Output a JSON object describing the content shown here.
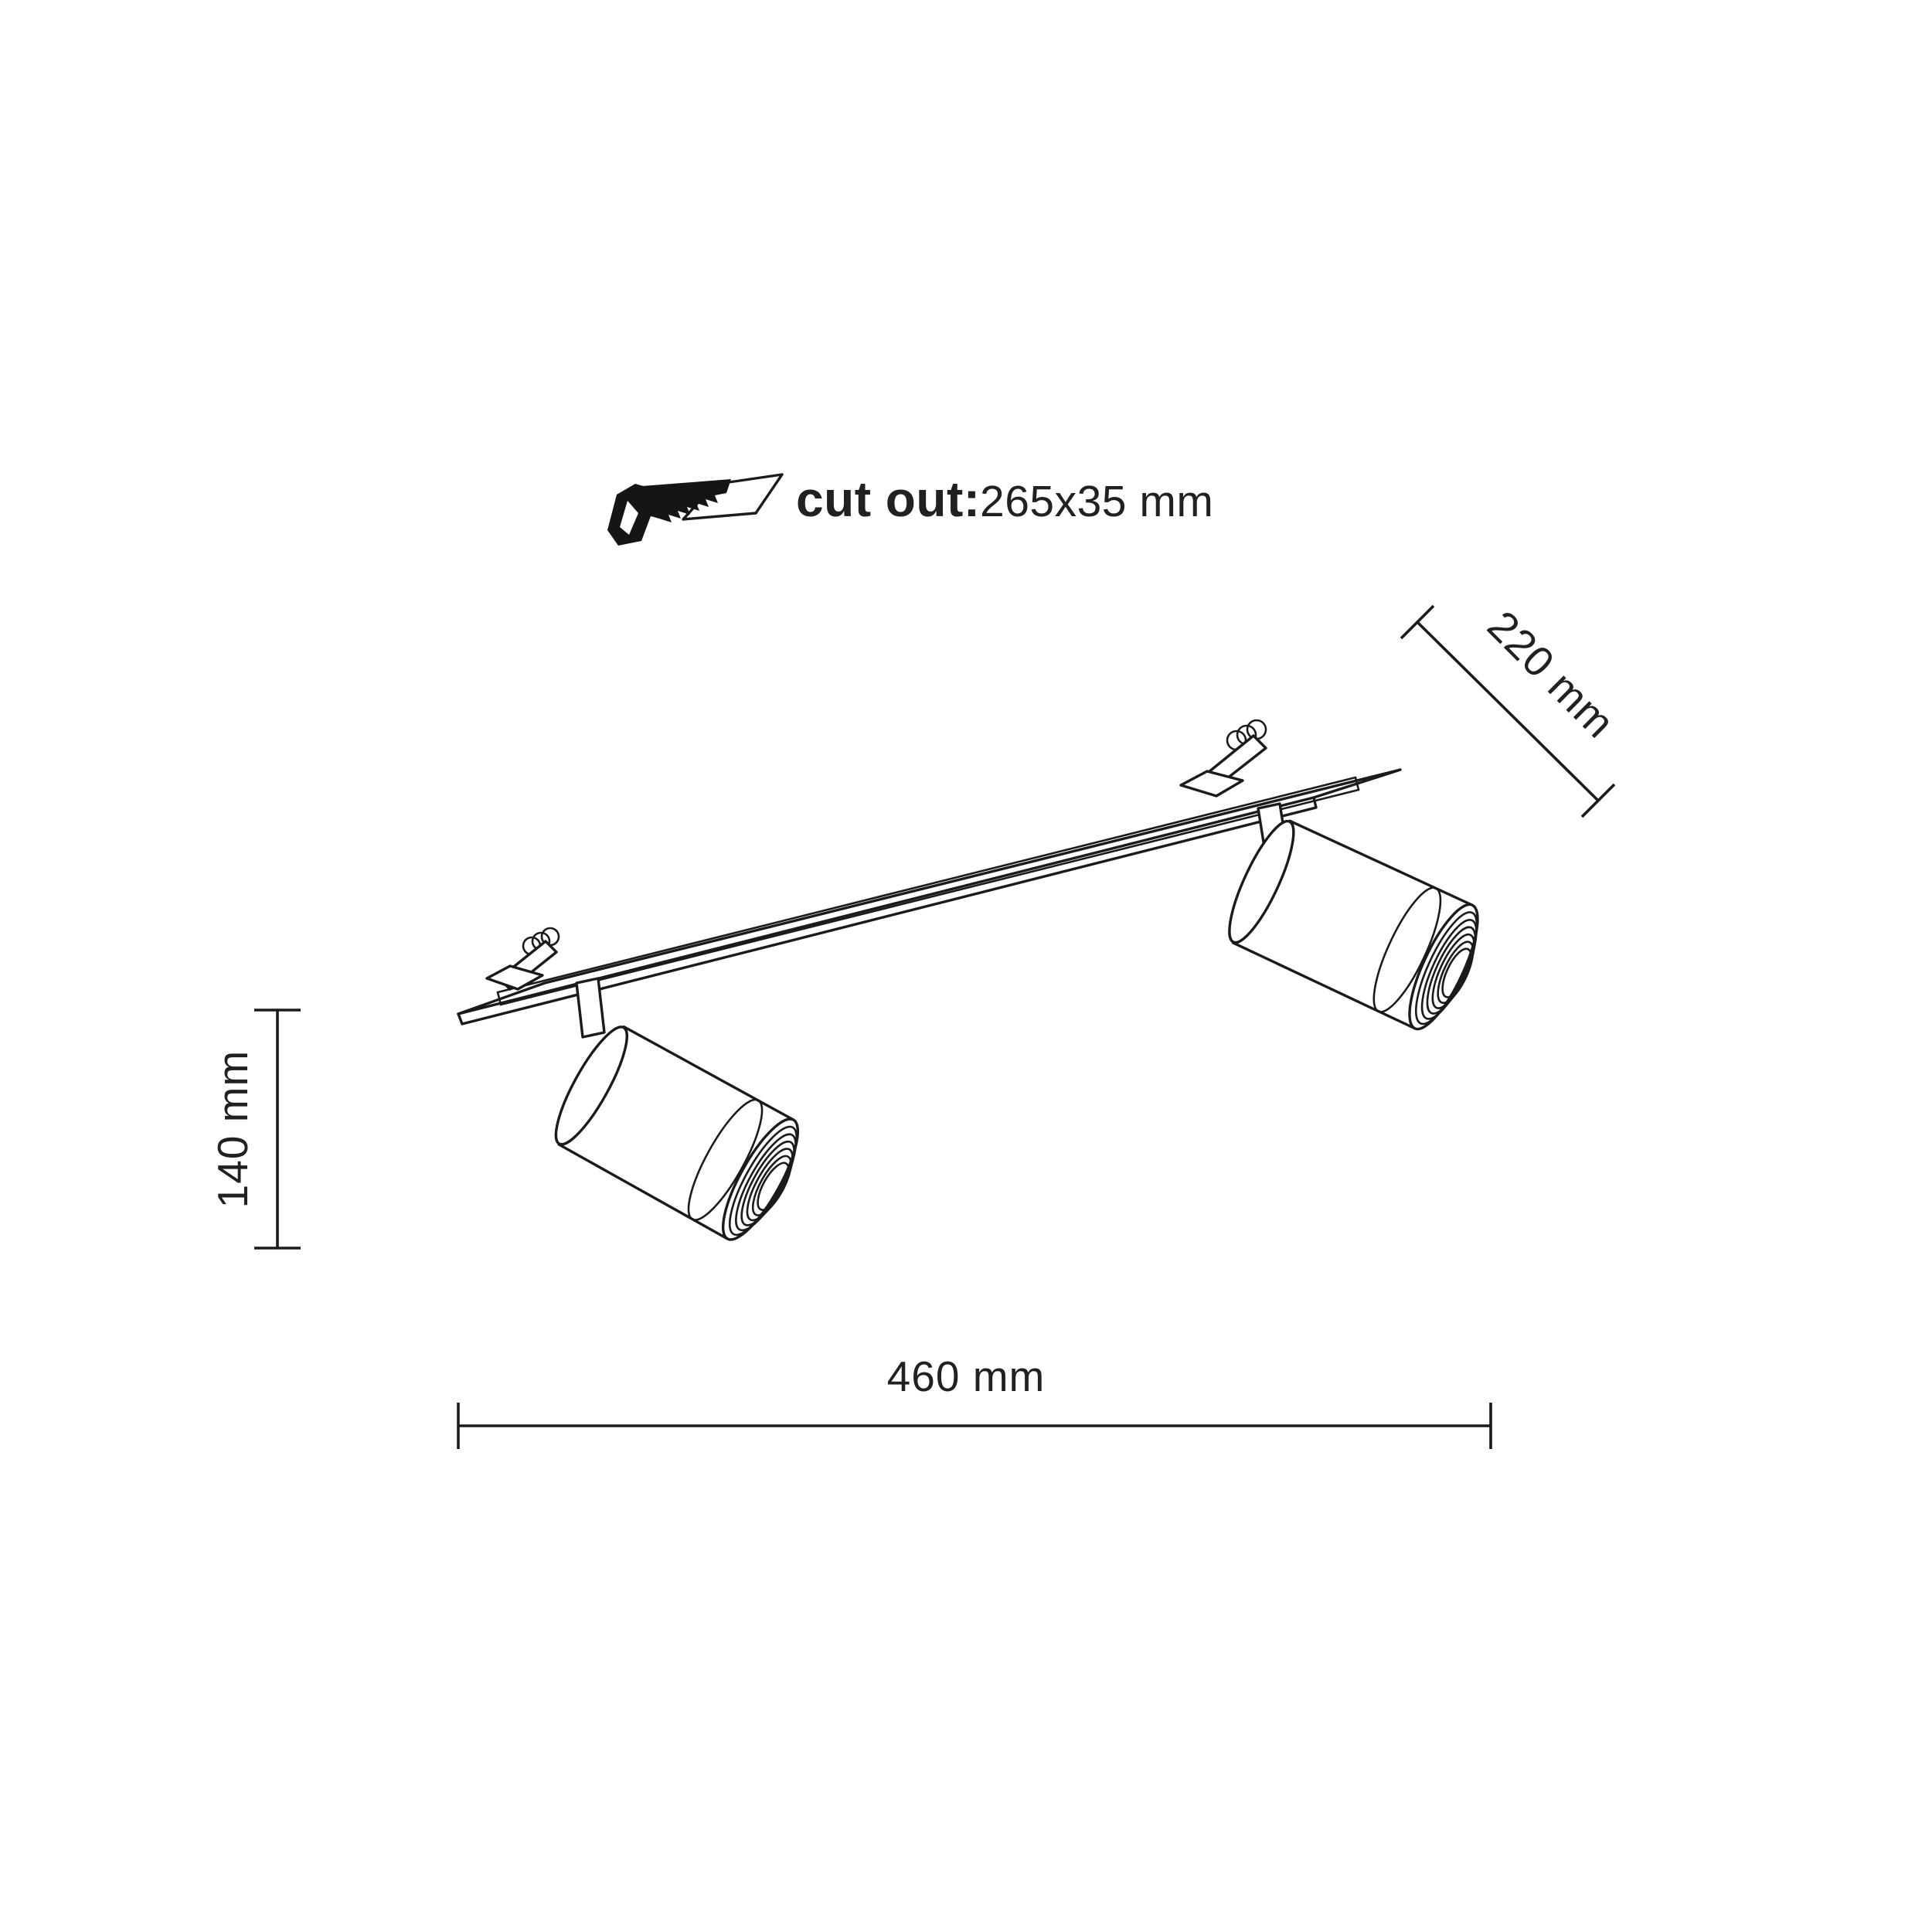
{
  "header": {
    "cut_out": {
      "label": "cut out:",
      "value": "265x35 mm"
    },
    "icon": "saw-icon"
  },
  "dimensions": {
    "depth_label": "220 mm",
    "height_label": "140 mm",
    "width_label": "460 mm"
  },
  "style": {
    "line_color": "#1b1b1b",
    "text_color": "#212121",
    "background": "#ffffff"
  }
}
